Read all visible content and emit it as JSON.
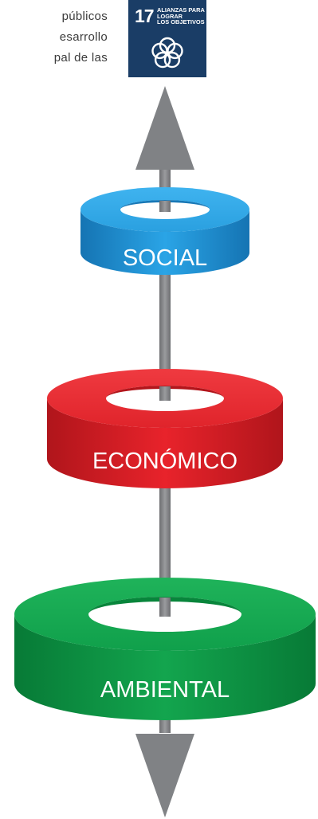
{
  "text_fragment": {
    "lines": [
      "públicos",
      "esarrollo",
      "pal de las"
    ]
  },
  "sdg_badge": {
    "number": "17",
    "title_lines": [
      "ALIANZAS PARA",
      "LOGRAR",
      "LOS OBJETIVOS"
    ],
    "color": "#1a3d66"
  },
  "rings": [
    {
      "label": "SOCIAL",
      "color": "#1d8fd1"
    },
    {
      "label": "ECONÓMICO",
      "color": "#e31e26"
    },
    {
      "label": "AMBIENTAL",
      "color": "#0ea14a"
    }
  ],
  "arrow_color": "#808285",
  "icons": [
    "sdg17-flower-icon",
    "arrow-up-icon",
    "arrow-down-icon"
  ]
}
